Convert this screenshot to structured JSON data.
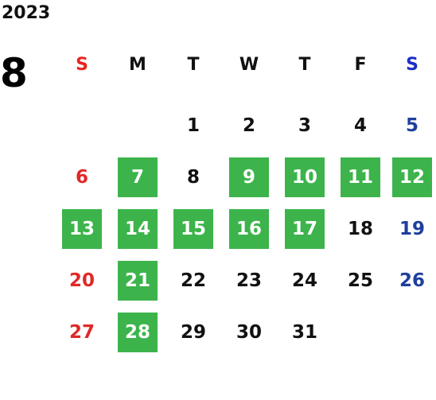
{
  "calendar": {
    "year": "2023",
    "month": "8",
    "weekdays": [
      {
        "label": "S",
        "kind": "sun"
      },
      {
        "label": "M",
        "kind": ""
      },
      {
        "label": "T",
        "kind": ""
      },
      {
        "label": "W",
        "kind": ""
      },
      {
        "label": "T",
        "kind": ""
      },
      {
        "label": "F",
        "kind": ""
      },
      {
        "label": "S",
        "kind": "sat"
      }
    ],
    "weeks": [
      [
        null,
        null,
        "1",
        "2",
        "3",
        "4",
        "5"
      ],
      [
        "6",
        "7",
        "8",
        "9",
        "10",
        "11",
        "12"
      ],
      [
        "13",
        "14",
        "15",
        "16",
        "17",
        "18",
        "19"
      ],
      [
        "20",
        "21",
        "22",
        "23",
        "24",
        "25",
        "26"
      ],
      [
        "27",
        "28",
        "29",
        "30",
        "31",
        null,
        null
      ]
    ],
    "highlighted_days": [
      "7",
      "9",
      "10",
      "11",
      "12",
      "13",
      "14",
      "15",
      "16",
      "17",
      "21",
      "28"
    ],
    "colors": {
      "highlight": "#3cb44b",
      "sunday": "#e02828",
      "saturday": "#1f3f9e",
      "text": "#111111"
    }
  }
}
